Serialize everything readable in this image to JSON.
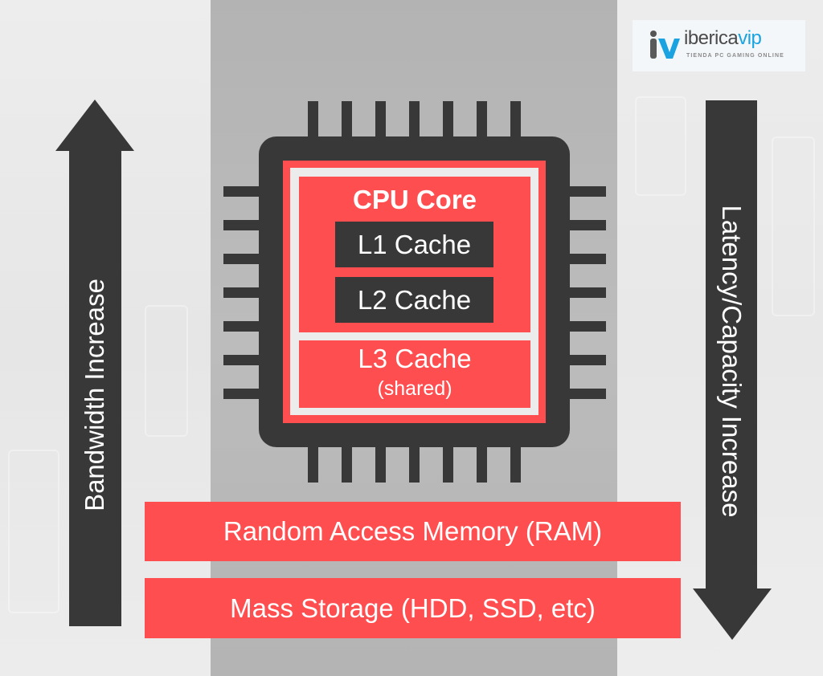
{
  "logo": {
    "brand_left": "iberica",
    "brand_right": "vip",
    "tagline": "TIENDA PC GAMING ONLINE",
    "icon": "iv-logo-icon"
  },
  "cpu": {
    "core_label": "CPU Core",
    "l1_label": "L1 Cache",
    "l2_label": "L2 Cache",
    "l3_label": "L3 Cache",
    "l3_sublabel": "(shared)",
    "pins_per_side": 7
  },
  "memory": {
    "ram_label": "Random Access Memory (RAM)",
    "storage_label": "Mass Storage (HDD, SSD, etc)"
  },
  "arrows": {
    "left": {
      "label": "Bandwidth Increase",
      "direction": "up",
      "icon": "arrow-up-icon"
    },
    "right": {
      "label": "Latency/Capacity Increase",
      "direction": "down",
      "icon": "arrow-down-icon"
    }
  },
  "colors": {
    "accent_red": "#ff4e50",
    "dark": "#383838",
    "frame_white": "#ececec",
    "logo_blue": "#1aa3e0"
  }
}
